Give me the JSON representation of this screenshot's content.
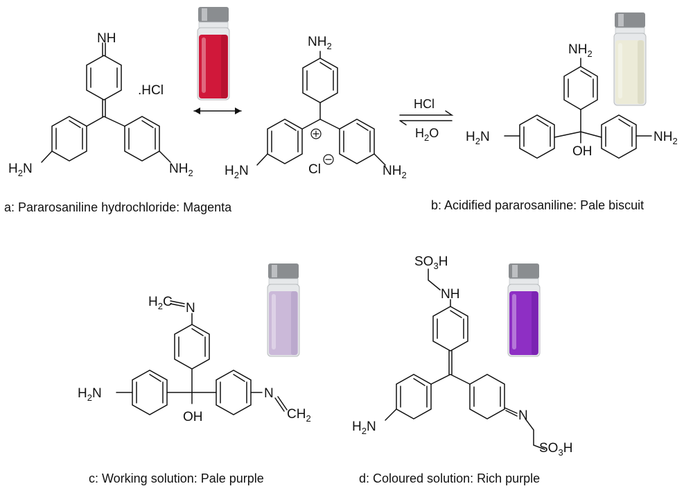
{
  "captions": {
    "a": "a: Pararosaniline hydrochloride: Magenta",
    "b": "b: Acidified pararosaniline: Pale biscuit",
    "c": "c:   Working solution: Pale purple",
    "d": "d:   Coloured solution: Rich purple"
  },
  "reaction": {
    "top": "HCl",
    "bottom_main": "H",
    "bottom_sub": "2",
    "bottom_tail": "O"
  },
  "salt": ".HCl",
  "atoms": {
    "NH": "NH",
    "H2N_main": "H",
    "H2N_sub": "2",
    "H2N_tail": "N",
    "NH2_main": "NH",
    "NH2_sub": "2",
    "OH": "OH",
    "Cl": "Cl",
    "N": "N",
    "H2C_main": "H",
    "H2C_sub": "2",
    "H2C_tail": "C",
    "CH2_main": "CH",
    "CH2_sub": "2",
    "SO3H_main": "SO",
    "SO3H_sub": "3",
    "SO3H_tail": "H"
  },
  "vials": [
    {
      "id": "a",
      "liquid": "#d0183a",
      "liquid_dark": "#a80f2a"
    },
    {
      "id": "b",
      "liquid": "#ecebd8",
      "liquid_dark": "#d6d4bc"
    },
    {
      "id": "c",
      "liquid": "#cbb9d9",
      "liquid_dark": "#b09ec4"
    },
    {
      "id": "d",
      "liquid": "#8e2fc4",
      "liquid_dark": "#6e1ea6"
    }
  ],
  "colors": {
    "cap": "#8a8d90",
    "cap_light": "#c9ccce",
    "glass": "#e6e8ea"
  }
}
